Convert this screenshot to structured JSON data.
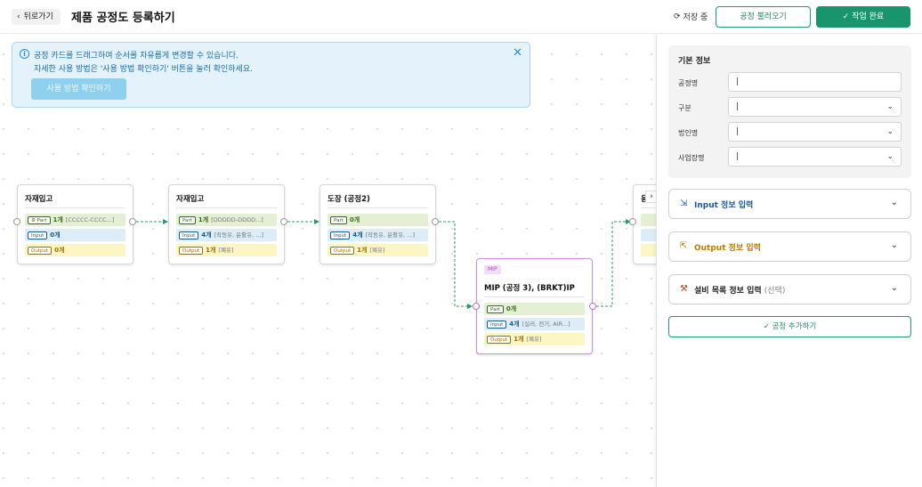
{
  "header": {
    "back_label": "뒤로가기",
    "title": "제품 공정도 등록하기",
    "save_status": "저장 중",
    "load_button": "공정 불러오기",
    "done_button": "작업 완료"
  },
  "notice": {
    "line1": "공정 카드를 드래그하여 순서를 자유롭게 변경할 수 있습니다.",
    "line2": "자세한 사용 방법은 '사용 방법 확인하기' 버튼을 눌러 확인하세요.",
    "button": "사용 방법 확인하기"
  },
  "nodes": [
    {
      "title": "자재입고",
      "part": {
        "tag": "Part",
        "count": "1개",
        "detail": "[CCCCC-CCCC...]"
      },
      "input": {
        "tag": "Input",
        "count": "0개",
        "detail": ""
      },
      "output": {
        "tag": "Output",
        "count": "0개",
        "detail": ""
      }
    },
    {
      "title": "자재입고",
      "part": {
        "tag": "Part",
        "count": "1개",
        "detail": "[DDDDD-DDDD...]"
      },
      "input": {
        "tag": "Input",
        "count": "4개",
        "detail": "[작동유, 윤활유, ...]"
      },
      "output": {
        "tag": "Output",
        "count": "1개",
        "detail": "[폐유]"
      }
    },
    {
      "title": "도장 (공정2)",
      "part": {
        "tag": "Part",
        "count": "0개",
        "detail": ""
      },
      "input": {
        "tag": "Input",
        "count": "4개",
        "detail": "[작동유, 윤활유, ...]"
      },
      "output": {
        "tag": "Output",
        "count": "1개",
        "detail": "[폐유]"
      }
    },
    {
      "badge": "MIP",
      "title": "MIP (공정 3), (BRKT)IP",
      "part": {
        "tag": "Part",
        "count": "0개",
        "detail": ""
      },
      "input": {
        "tag": "Input",
        "count": "4개",
        "detail": "[실러, 전기, AIR...]"
      },
      "output": {
        "tag": "Output",
        "count": "1개",
        "detail": "[폐유]"
      }
    },
    {
      "title": "용접"
    }
  ],
  "panel": {
    "basic_title": "기본 정보",
    "fields": [
      {
        "label": "공정명",
        "value": "|"
      },
      {
        "label": "구분",
        "value": "|"
      },
      {
        "label": "법인명",
        "value": "|"
      },
      {
        "label": "사업장명",
        "value": "|"
      }
    ],
    "sections": [
      {
        "label": "Input 정보 입력",
        "color": "#1a5a9a"
      },
      {
        "label": "Output 정보 입력",
        "color": "#c07a00"
      },
      {
        "label": "설비 목록 정보 입력",
        "suffix": "(선택)",
        "color": "#222222"
      }
    ],
    "add_button": "공정 추가하기"
  },
  "colors": {
    "primary": "#18956c",
    "connector": "#2a9a6a",
    "info_bg": "#e3f2fb"
  }
}
